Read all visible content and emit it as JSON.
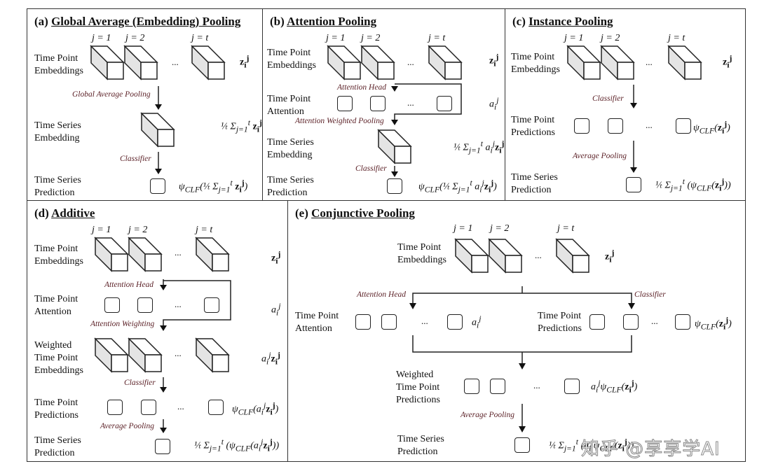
{
  "figure": {
    "panels": {
      "a": {
        "letter": "(a)",
        "name": "Global Average (Embedding) Pooling",
        "j_labels": [
          "j = 1",
          "j = 2",
          "j = t"
        ],
        "row_labels": [
          "Time Point\nEmbeddings",
          "Time Series\nEmbedding",
          "Time Series\nPrediction"
        ],
        "arrow_labels": [
          "Global Average Pooling",
          "Classifier"
        ],
        "math": [
          "z_i^j",
          "1/t Σ_{j=1}^{t} z_i^j",
          "ψ_CLF( 1/t Σ_{j=1}^{t} z_i^j )"
        ],
        "ellipsis": "..."
      },
      "b": {
        "letter": "(b)",
        "name": "Attention Pooling",
        "j_labels": [
          "j = 1",
          "j = 2",
          "j = t"
        ],
        "row_labels": [
          "Time Point\nEmbeddings",
          "Time Point\nAttention",
          "Time Series\nEmbedding",
          "Time Series\nPrediction"
        ],
        "arrow_labels": [
          "Attention Head",
          "Attention Weighted Pooling",
          "Classifier"
        ],
        "math": [
          "z_i^j",
          "a_i^j",
          "1/t Σ_{j=1}^{t} a_i^j z_i^j",
          "ψ_CLF( 1/t Σ_{j=1}^{t} a_i^j z_i^j )"
        ],
        "ellipsis": "..."
      },
      "c": {
        "letter": "(c)",
        "name": "Instance Pooling",
        "j_labels": [
          "j = 1",
          "j = 2",
          "j = t"
        ],
        "row_labels": [
          "Time Point\nEmbeddings",
          "Time Point\nPredictions",
          "Time Series\nPrediction"
        ],
        "arrow_labels": [
          "Classifier",
          "Average Pooling"
        ],
        "math": [
          "z_i^j",
          "ψ_CLF(z_i^j)",
          "1/t Σ_{j=1}^{t} ( ψ_CLF(z_i^j) )"
        ],
        "ellipsis": "..."
      },
      "d": {
        "letter": "(d)",
        "name": "Additive",
        "j_labels": [
          "j = 1",
          "j = 2",
          "j = t"
        ],
        "row_labels": [
          "Time Point\nEmbeddings",
          "Time Point\nAttention",
          "Weighted\nTime Point\nEmbeddings",
          "Time Point\nPredictions",
          "Time Series\nPrediction"
        ],
        "arrow_labels": [
          "Attention Head",
          "Attention Weighting",
          "Classifier",
          "Average Pooling"
        ],
        "math": [
          "z_i^j",
          "a_i^j",
          "a_i^j z_i^j",
          "ψ_CLF(a_i^j z_i^j)",
          "1/t Σ_{j=1}^{t} ( ψ_CLF(a_i^j z_i^j) )"
        ],
        "ellipsis": "..."
      },
      "e": {
        "letter": "(e)",
        "name": "Conjunctive Pooling",
        "j_labels": [
          "j = 1",
          "j = 2",
          "j = t"
        ],
        "row_labels": [
          "Time Point\nEmbeddings",
          "Time Point\nAttention",
          "Time Point\nPredictions",
          "Weighted\nTime Point\nPredictions",
          "Time Series\nPrediction"
        ],
        "arrow_labels": [
          "Attention Head",
          "Classifier",
          "Average Pooling"
        ],
        "math": [
          "z_i^j",
          "a_i^j",
          "ψ_CLF(z_i^j)",
          "a_i^j ψ_CLF(z_i^j)",
          "1/t Σ_{j=1}^{t} ( a_i^j ψ_CLF(z_i^j) )"
        ],
        "ellipsis": "..."
      }
    },
    "watermark": "知乎 @享享学AI"
  },
  "colors": {
    "arrow_label": "#5a1f25",
    "stroke": "#222222",
    "cube_side": "#e4e4e4"
  }
}
